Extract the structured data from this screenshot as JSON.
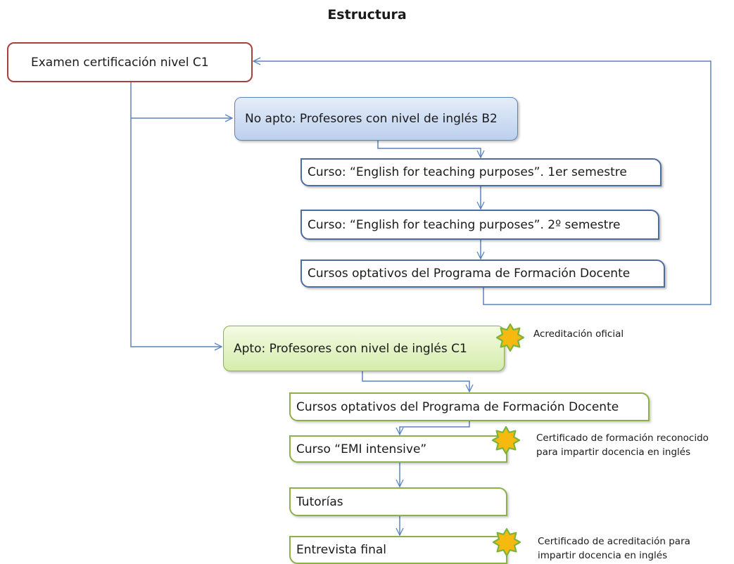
{
  "title": "Estructura",
  "nodes": {
    "exam": "Examen certificación nivel C1",
    "no_apto": "No apto: Profesores con nivel de inglés B2",
    "course1": "Curso: “English for teaching purposes”. 1er semestre",
    "course2": "Curso: “English for teaching purposes”. 2º semestre",
    "optional_b2": "Cursos optativos del Programa de Formación Docente",
    "apto": "Apto: Profesores con nivel de inglés C1",
    "optional_c1": "Cursos optativos del Programa de Formación Docente",
    "emi": "Curso “EMI intensive”",
    "tutorias": "Tutorías",
    "entrevista": "Entrevista final"
  },
  "annotations": {
    "acreditacion": "Acreditación oficial",
    "cert_formacion_line1": "Certificado de formación reconocido",
    "cert_formacion_line2": "para impartir docencia en inglés",
    "cert_acreditacion_line1": "Certificado de acreditación  para",
    "cert_acreditacion_line2": "impartir docencia en inglés"
  },
  "colors": {
    "connector": "#5b83c0",
    "star_fill": "#f6b90f",
    "star_stroke": "#7ab43c"
  }
}
